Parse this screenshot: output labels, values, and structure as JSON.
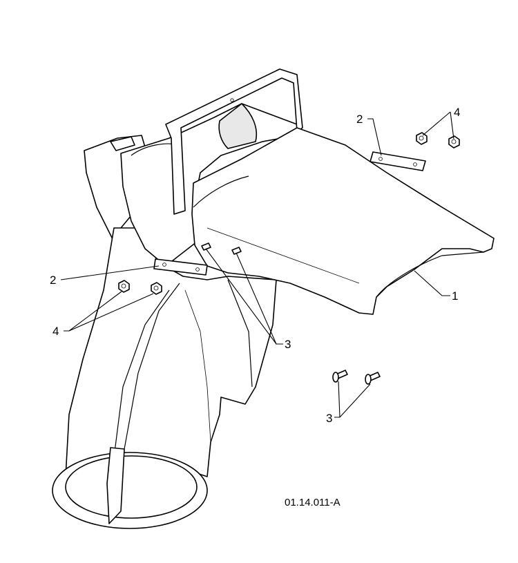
{
  "callouts": {
    "chute_body": "1",
    "strap_top": "2",
    "strap_left": "2",
    "bolts_installed": "3",
    "bolts_loose": "3",
    "nuts_top": "4",
    "nuts_left": "4"
  },
  "drawing_id": "01.14.011-A",
  "colors": {
    "line": "#000000",
    "background": "#ffffff"
  }
}
